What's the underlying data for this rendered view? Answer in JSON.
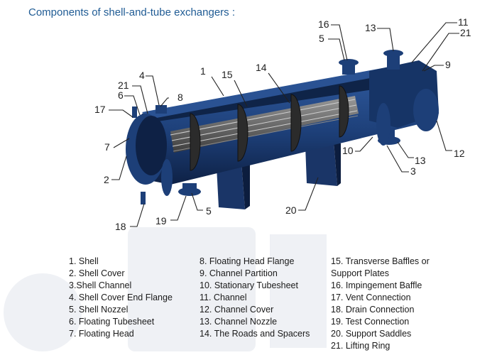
{
  "title": "Components of shell-and-tube exchangers :",
  "callouts": [
    "1",
    "15",
    "14",
    "16",
    "5",
    "11",
    "13",
    "21",
    "9",
    "4",
    "21",
    "6",
    "8",
    "17",
    "7",
    "2",
    "10",
    "13",
    "3",
    "12",
    "20",
    "18",
    "19",
    "5"
  ],
  "legend": {
    "col1": [
      "1. Shell",
      "2. Shell Cover",
      "3.Shell Channel",
      "4. Shell Cover End Flange",
      "5. Shell Nozzel",
      "6. Floating Tubesheet",
      "7. Floating Head"
    ],
    "col2": [
      "8. Floating Head Flange",
      "9. Channel Partition",
      "10. Stationary Tubesheet",
      "11. Channel",
      "12. Channel Cover",
      "13. Channel Nozzle",
      "14. The Roads and Spacers"
    ],
    "col3": [
      "15. Transverse Baffles or",
      "Support Plates",
      "16. Impingement Baffle",
      "17. Vent Connection",
      "18. Drain Connection",
      "19. Test Connection",
      "20. Support Saddles",
      "21. Lifting Ring"
    ]
  },
  "colors": {
    "title": "#1f5b94",
    "shell": "#1d3f78",
    "shell_dark": "#0f2448",
    "tubes": "#7a7a7a"
  }
}
